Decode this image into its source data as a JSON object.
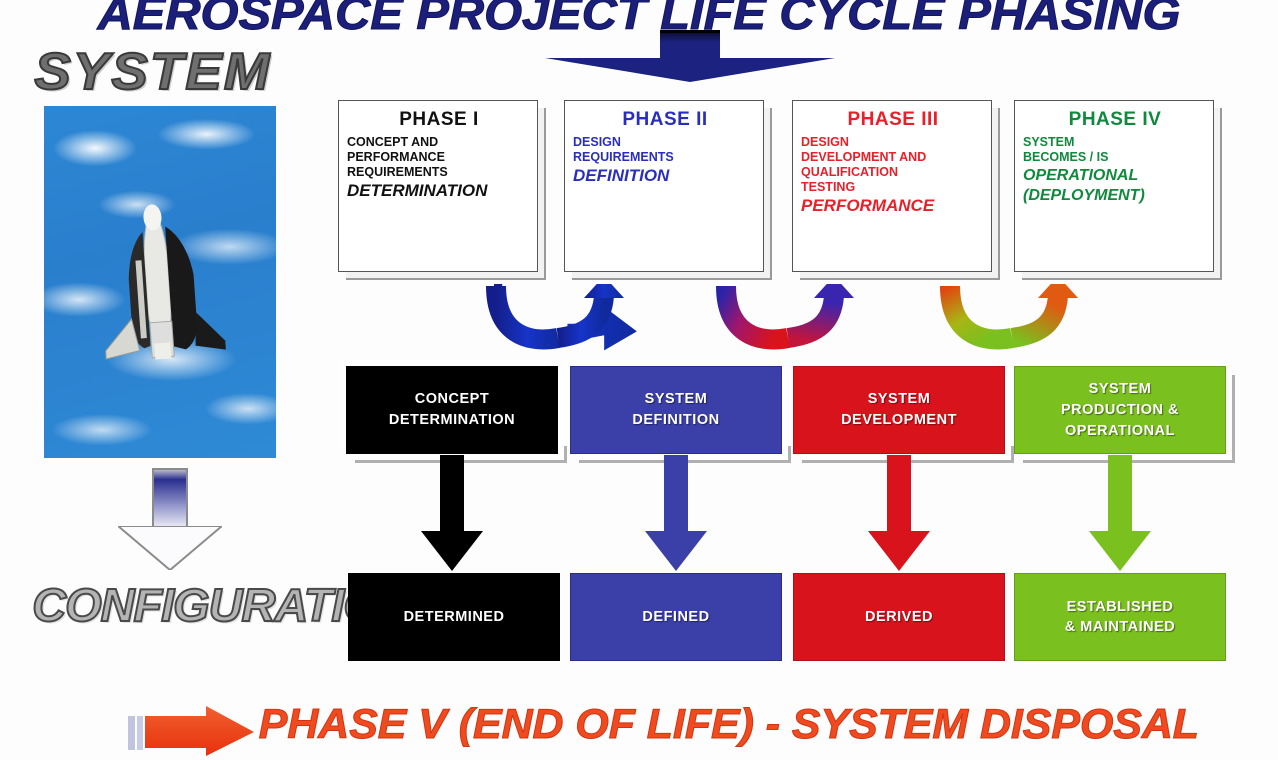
{
  "title": "AEROSPACE PROJECT LIFE CYCLE PHASING",
  "labels": {
    "system": "SYSTEM",
    "configuration": "CONFIGURATION"
  },
  "phase_boxes": [
    {
      "name": "PHASE I",
      "subtitle": "CONCEPT AND\nPERFORMANCE\nREQUIREMENTS",
      "keyword": "DETERMINATION",
      "color": "#111111"
    },
    {
      "name": "PHASE II",
      "subtitle": "DESIGN\nREQUIREMENTS",
      "keyword": "DEFINITION",
      "color": "#2a2fbb"
    },
    {
      "name": "PHASE III",
      "subtitle": "DESIGN\nDEVELOPMENT AND\nQUALIFICATION\nTESTING",
      "keyword": "PERFORMANCE",
      "color": "#e8202a"
    },
    {
      "name": "PHASE IV",
      "subtitle": "SYSTEM\nBECOMES / IS",
      "keyword": "OPERATIONAL\n(DEPLOYMENT)",
      "color": "#0f8a3c"
    }
  ],
  "activity_boxes": [
    {
      "label": "CONCEPT\nDETERMINATION",
      "color": "#000000"
    },
    {
      "label": "SYSTEM\nDEFINITION",
      "color": "#3b3fa8"
    },
    {
      "label": "SYSTEM\nDEVELOPMENT",
      "color": "#d8131c"
    },
    {
      "label": "SYSTEM\nPRODUCTION &\nOPERATIONAL",
      "color": "#7ac01e"
    }
  ],
  "result_boxes": [
    {
      "label": "DETERMINED",
      "color": "#000000"
    },
    {
      "label": "DEFINED",
      "color": "#3b3fa8"
    },
    {
      "label": "DERIVED",
      "color": "#d8131c"
    },
    {
      "label": "ESTABLISHED\n& MAINTAINED",
      "color": "#7ac01e"
    }
  ],
  "footer": {
    "phase_v": "PHASE V (END OF LIFE) - SYSTEM DISPOSAL",
    "color": "#f04b20"
  },
  "connector_arrows": [
    {
      "name": "phase-1-to-2",
      "from_color": "#1b2fbb",
      "to_color": "#1b2fbb"
    },
    {
      "name": "phase-2-to-3",
      "from_color": "#3b2fbb",
      "to_color": "#d8131c"
    },
    {
      "name": "phase-3-to-4",
      "from_color": "#e05a12",
      "to_color": "#7ac01e"
    }
  ],
  "image": {
    "caption": "space-shuttle-over-earth"
  }
}
